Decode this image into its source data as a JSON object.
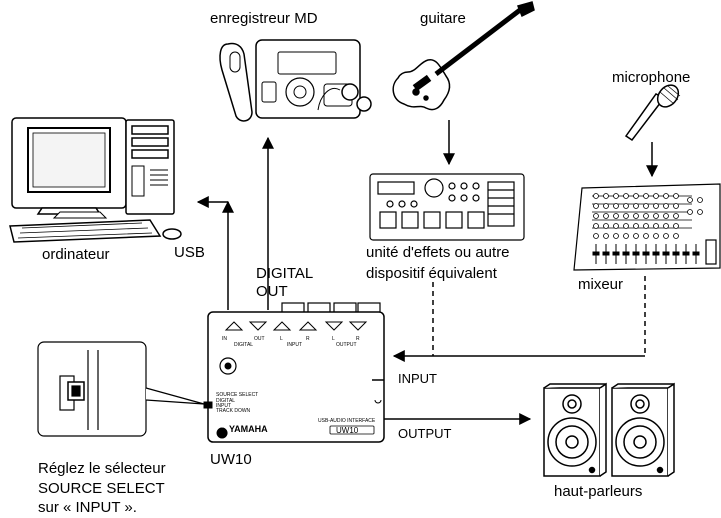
{
  "labels": {
    "md_recorder": "enregistreur MD",
    "guitar": "guitare",
    "microphone": "microphone",
    "computer": "ordinateur",
    "usb": "USB",
    "effects_line1": "unité d'effets ou autre",
    "effects_line2": "dispositif équivalent",
    "mixer": "mixeur",
    "digital_out_line1": "DIGITAL",
    "digital_out_line2": "OUT",
    "input": "INPUT",
    "output": "OUTPUT",
    "device_name": "UW10",
    "speakers": "haut-parleurs",
    "note_line1": "Réglez le sélecteur",
    "note_line2": "SOURCE SELECT",
    "note_line3": "sur « INPUT »."
  },
  "device_panel": {
    "in": "IN",
    "out": "OUT",
    "digital": "DIGITAL",
    "l1": "L",
    "r1": "R",
    "input": "INPUT",
    "l2": "L",
    "r2": "R",
    "output": "OUTPUT",
    "source_select": "SOURCE SELECT",
    "opt_digital": "DIGITAL",
    "opt_input": "INPUT",
    "opt_track_down": "TRACK DOWN",
    "brand": "YAMAHA",
    "model_desc": "USB-AUDIO INTERFACE",
    "model_logo": "UW10"
  }
}
